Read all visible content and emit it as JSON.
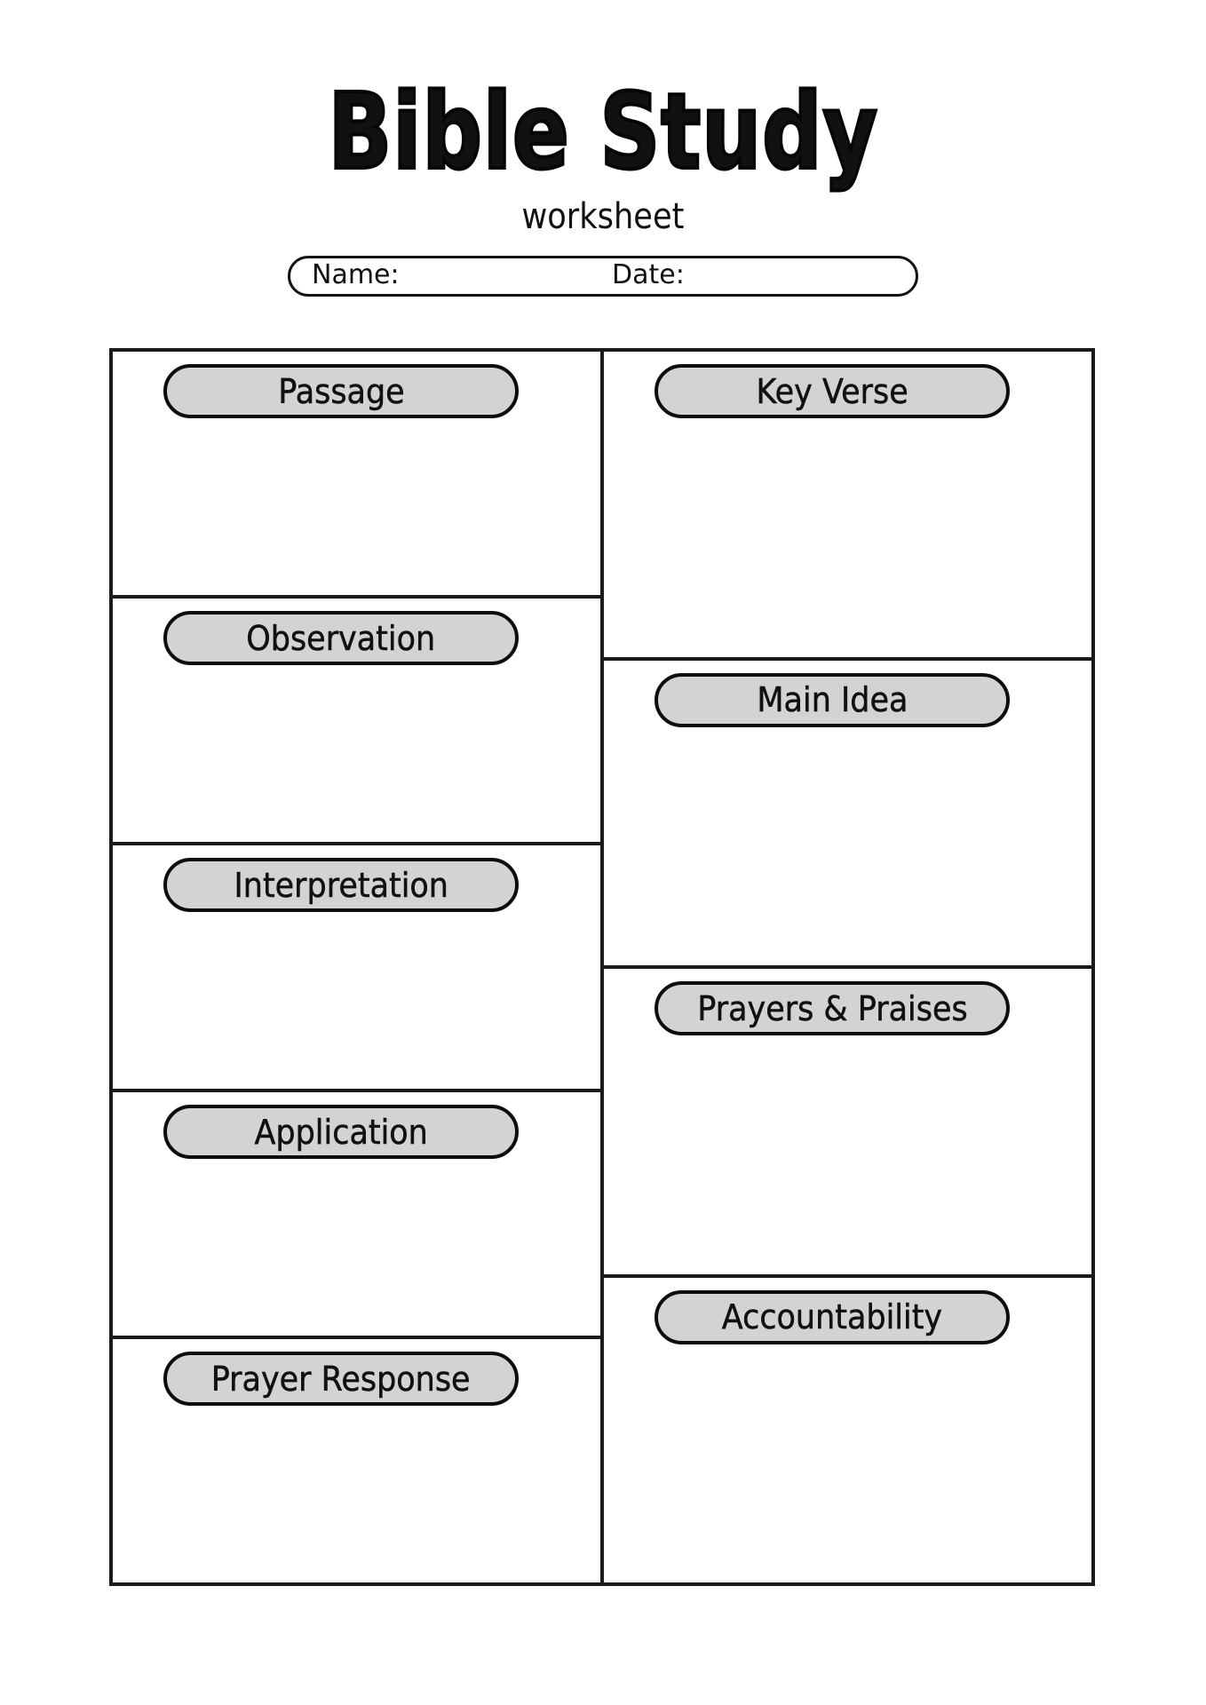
{
  "header": {
    "title": "Bible Study",
    "subtitle": "worksheet"
  },
  "name_bar": {
    "name_label": "Name:",
    "date_label": "Date:",
    "name_value": "",
    "date_value": ""
  },
  "colors": {
    "page_bg": "#ffffff",
    "pill_bg": "#d3d3d3",
    "line": "#1b1b1b",
    "text": "#111111"
  },
  "sections": {
    "left": [
      {
        "label": "Passage"
      },
      {
        "label": "Observation"
      },
      {
        "label": "Interpretation"
      },
      {
        "label": "Application"
      },
      {
        "label": "Prayer Response"
      }
    ],
    "right": [
      {
        "label": "Key Verse"
      },
      {
        "label": "Main Idea"
      },
      {
        "label": "Prayers & Praises"
      },
      {
        "label": "Accountability"
      }
    ]
  }
}
